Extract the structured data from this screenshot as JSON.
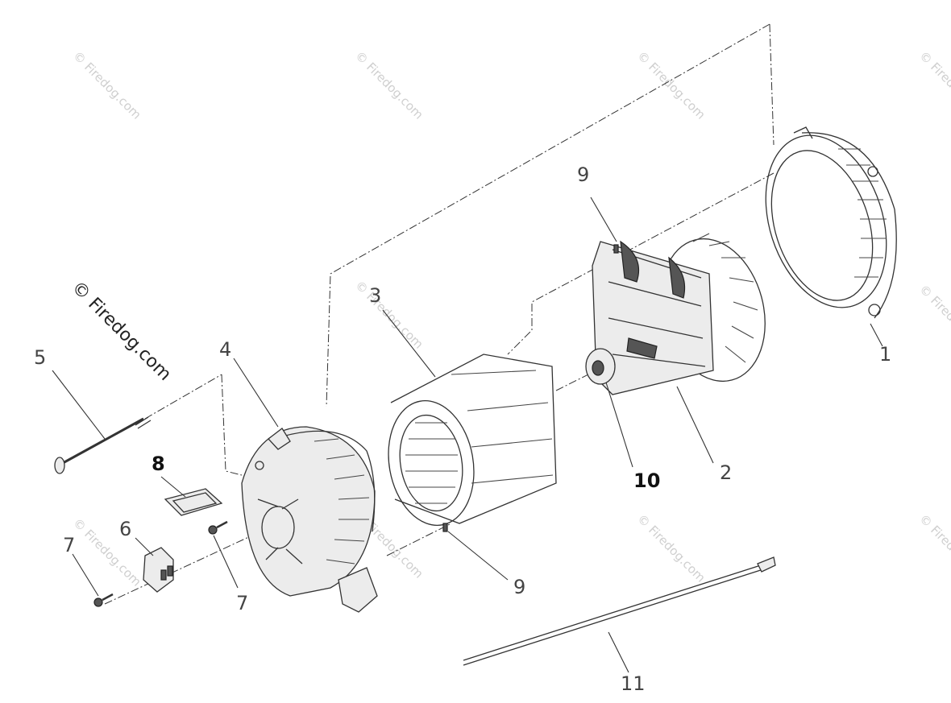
{
  "diagram": {
    "callouts": [
      "1",
      "2",
      "3",
      "4",
      "5",
      "6",
      "7",
      "7",
      "8",
      "9",
      "9",
      "10",
      "11"
    ],
    "watermark_text": "© Firedog.com"
  }
}
